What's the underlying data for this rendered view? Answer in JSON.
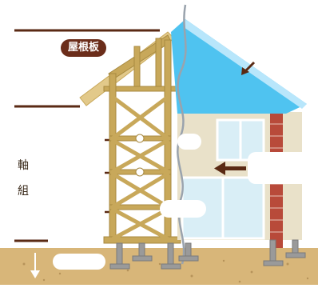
{
  "labels": {
    "roof_board": "屋根板",
    "axis_char_1": "軸",
    "axis_char_2": "組"
  },
  "colors": {
    "frame_wood": "#c8a85a",
    "frame_wood_dark": "#a88a40",
    "roof_board": "#e2c98a",
    "roof_blue": "#4fc3f0",
    "roof_blue_light": "#b8e6fb",
    "wall_cream": "#e9e1c9",
    "brick": "#b84a3a",
    "ground": "#d8b679",
    "leader_line": "#5a2a14",
    "label_pill": "#6b2d1a",
    "pier": "#9a9a9a"
  }
}
